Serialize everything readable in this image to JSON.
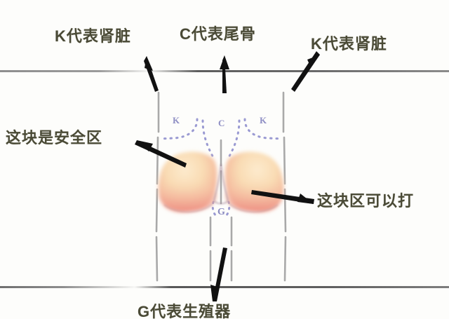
{
  "diagram": {
    "title_text_color": "#4a4a36",
    "background": "#fdfdfb",
    "annotations": {
      "kidney_left": "K代表肾脏",
      "coccyx": "C代表尾骨",
      "kidney_right": "K代表肾脏",
      "safe_zone": "这块是安全区",
      "hit_zone": "这块区可以打",
      "genitals": "G代表生殖器"
    },
    "figure_labels": {
      "kidney_left_mark": "K",
      "coccyx_mark": "C",
      "kidney_right_mark": "K",
      "genitals_mark": "G"
    },
    "colors": {
      "annotation_text": "#4a4a36",
      "marker_text": "#8f8fc4",
      "body_outline": "#a8a8a8",
      "dotted_pelvis": "#9a9ad0",
      "buttock_upper": "#f8dcb8",
      "buttock_lower": "#f0998a",
      "rule_line": "#6f6f6f",
      "arrow": "#111111"
    }
  }
}
